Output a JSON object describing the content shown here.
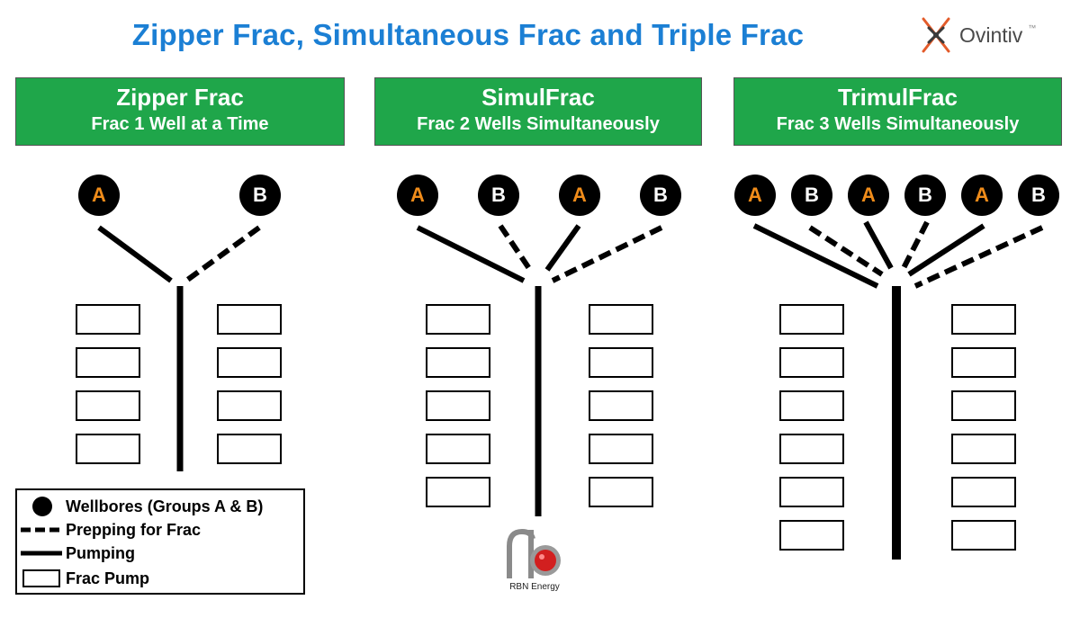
{
  "title": "Zipper Frac, Simultaneous Frac and Triple Frac",
  "logo": {
    "text": "Ovintiv",
    "trademark": "™",
    "icon": "ovintiv-x-logo"
  },
  "panels": [
    {
      "heading": "Zipper Frac",
      "subheading": "Frac 1 Well at a Time",
      "wells": [
        "A",
        "B"
      ],
      "pumps_per_side": 4
    },
    {
      "heading": "SimulFrac",
      "subheading": "Frac 2 Wells Simultaneously",
      "wells": [
        "A",
        "B",
        "A",
        "B"
      ],
      "pumps_per_side": 5
    },
    {
      "heading": "TrimulFrac",
      "subheading": "Frac 3 Wells Simultaneously",
      "wells": [
        "A",
        "B",
        "A",
        "B",
        "A",
        "B"
      ],
      "pumps_per_side": 6
    }
  ],
  "legend": {
    "wellbores": "Wellbores (Groups A & B)",
    "prepping": "Prepping for Frac",
    "pumping": "Pumping",
    "frac_pump": "Frac Pump"
  },
  "watermark": {
    "text": "RBN Energy"
  },
  "colors": {
    "title": "#1b7fd4",
    "header": "#1fa64a",
    "well_a": "#f08c1a",
    "well_b": "#ffffff"
  }
}
